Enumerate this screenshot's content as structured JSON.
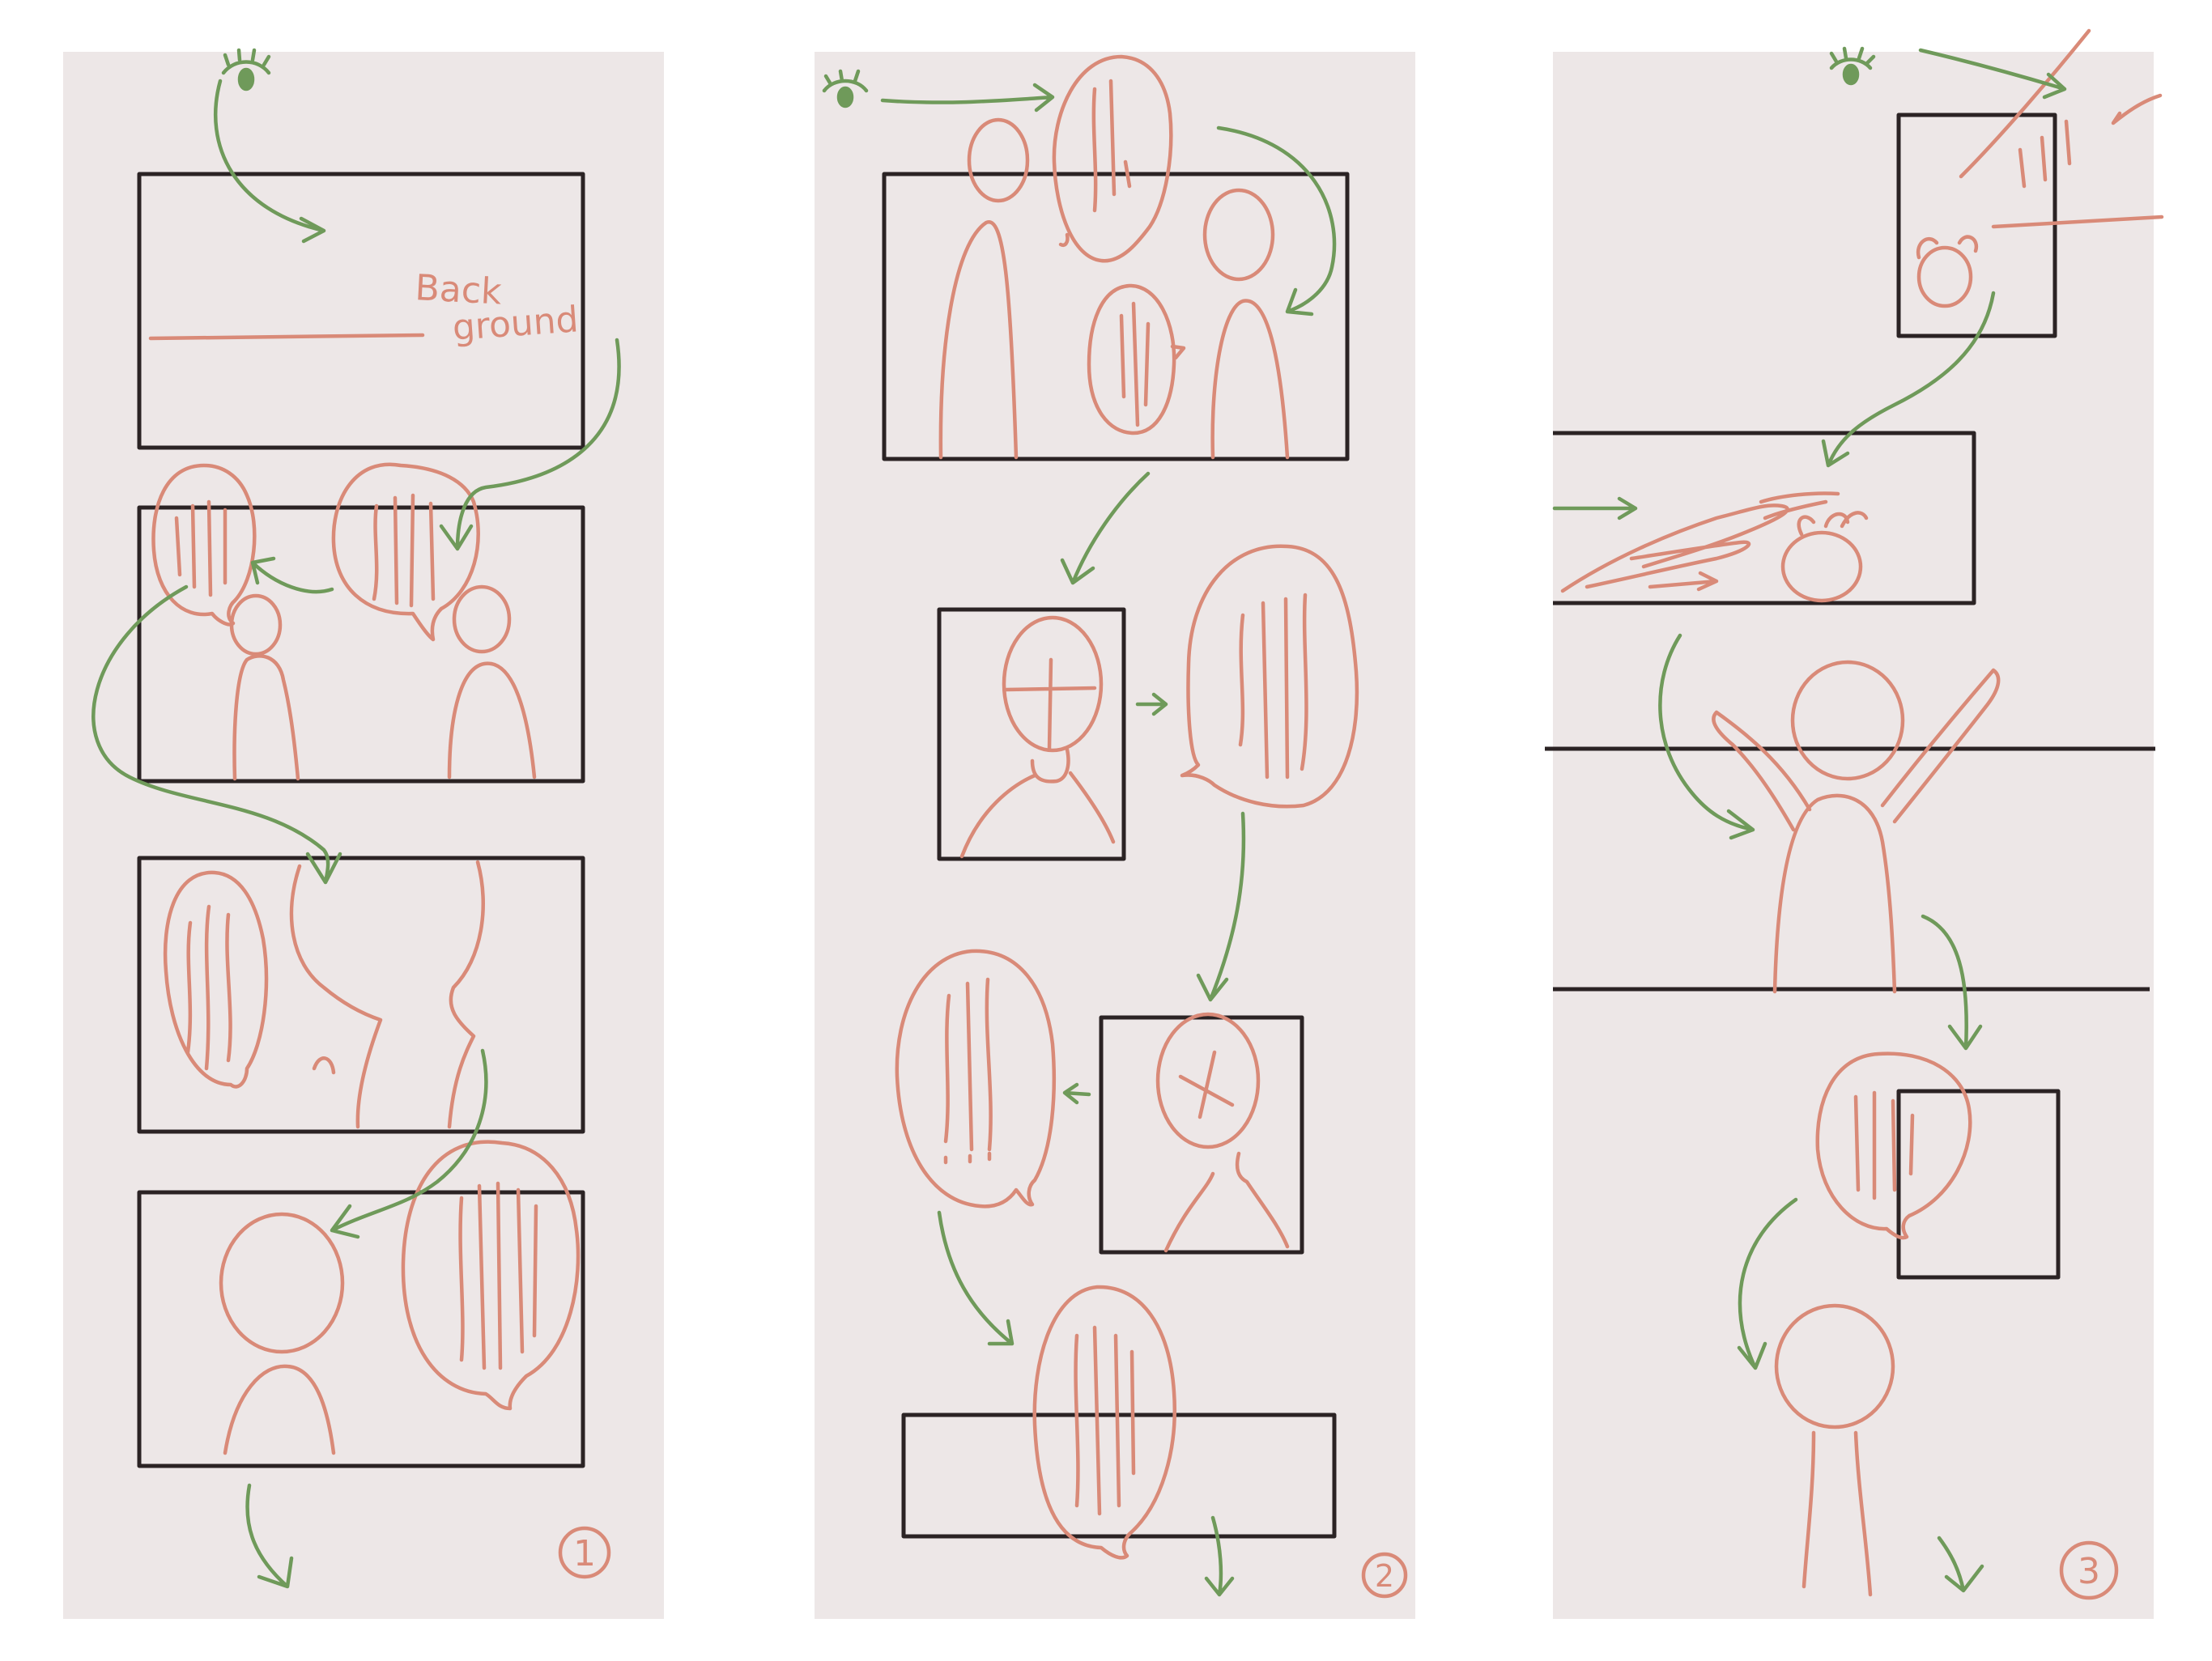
{
  "colors": {
    "page_background": "#ffffff",
    "sheet": "#ede7e7",
    "frame": "#2b2324",
    "figure": "#d98a78",
    "reading_arrow": "#6f9a5a"
  },
  "sheets": [
    {
      "name": "sheet-1",
      "number": "1",
      "background_label": [
        "Back",
        "ground"
      ]
    },
    {
      "name": "sheet-2",
      "number": "2"
    },
    {
      "name": "sheet-3",
      "number": "3"
    }
  ]
}
